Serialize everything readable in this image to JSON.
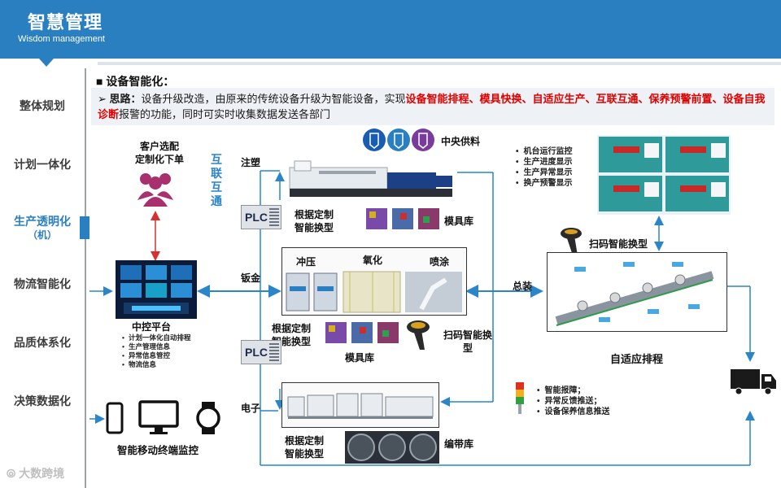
{
  "header": {
    "title": "智慧管理",
    "subtitle": "Wisdom management"
  },
  "nav": {
    "items": [
      {
        "label": "整体规划"
      },
      {
        "label": "计划一体化"
      },
      {
        "label": "生产透明化",
        "sub": "（机）"
      },
      {
        "label": "物流智能化"
      },
      {
        "label": "品质体系化"
      },
      {
        "label": "决策数据化"
      }
    ]
  },
  "section": {
    "title": "设备智能化：",
    "idea_label": "思路：",
    "idea_text_1": "设备升级改造，由原来的传统设备升级为智能设备，实现",
    "idea_highlight": "设备智能排程、模具快换、自适应生产、互联互通、保养预警前置、设备自我诊断",
    "idea_text_2": "报警的功能，同时可实时收集数据发送各部门"
  },
  "diagram": {
    "customer_order": "客户选配\n定制化下单",
    "interconnect": "互联互通",
    "central_platform": "中控平台",
    "platform_items": [
      "计划一体化自动排程",
      "生产管理信息",
      "异常信息管控",
      "物流信息"
    ],
    "mobile_monitor": "智能移动终端监控",
    "injection": "注塑",
    "sheet_metal": "钣金",
    "electronics": "电子",
    "plc": "PLC",
    "custom_change_1": "根据定制\n智能换型",
    "custom_change_2": "根据定制\n智能换型",
    "custom_change_3": "根据定制\n智能换型",
    "mold_lib_1": "模具库",
    "mold_lib_2": "模具库",
    "central_supply": "中央供料",
    "process": [
      "冲压",
      "氧化",
      "喷涂"
    ],
    "scan_change_1": "扫码智能换\n型",
    "scan_change_2": "扫码智能换型",
    "assembly": "总装",
    "adaptive": "自适应排程",
    "tape_lib": "编带库",
    "monitor_items": [
      "机台运行监控",
      "生产进度显示",
      "生产异常显示",
      "换产预警显示"
    ],
    "alarm_items": [
      "智能报障；",
      "异常反馈推送；",
      "设备保养信息推送"
    ]
  },
  "watermark": "大数跨境",
  "colors": {
    "brand_blue": "#2a7fc0",
    "highlight_red": "#e00000",
    "customer_purple": "#a8306e"
  }
}
